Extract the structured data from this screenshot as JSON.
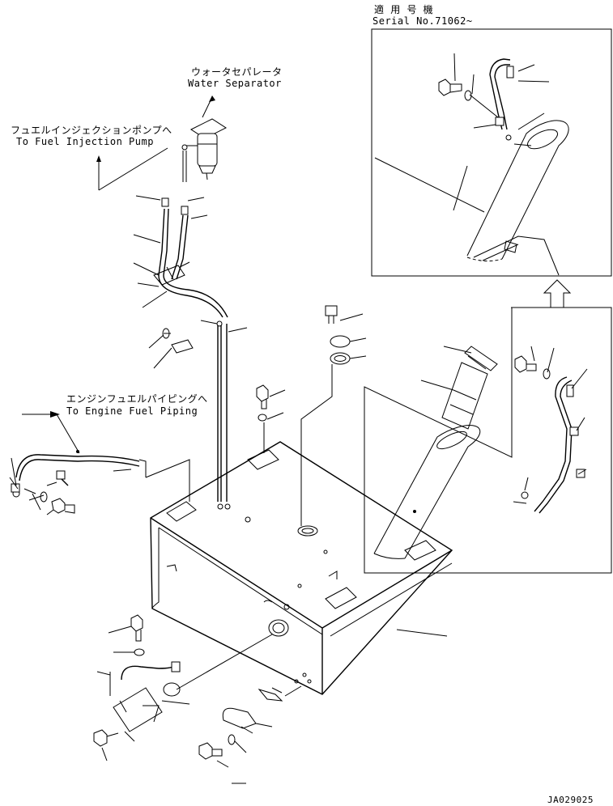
{
  "serial": {
    "jp": "適 用 号 機",
    "en": "Serial No.71062~"
  },
  "water_separator": {
    "jp": "ウォータセパレータ",
    "en": "Water Separator"
  },
  "fuel_injection": {
    "jp": "フュエルインジェクションポンプへ",
    "en": "To Fuel Injection Pump"
  },
  "engine_fuel": {
    "jp": "エンジンフュエルパイピングへ",
    "en": "To Engine Fuel Piping"
  },
  "drawing_number": "JA029025",
  "icons": {
    "arrow": "up-arrow-icon"
  }
}
